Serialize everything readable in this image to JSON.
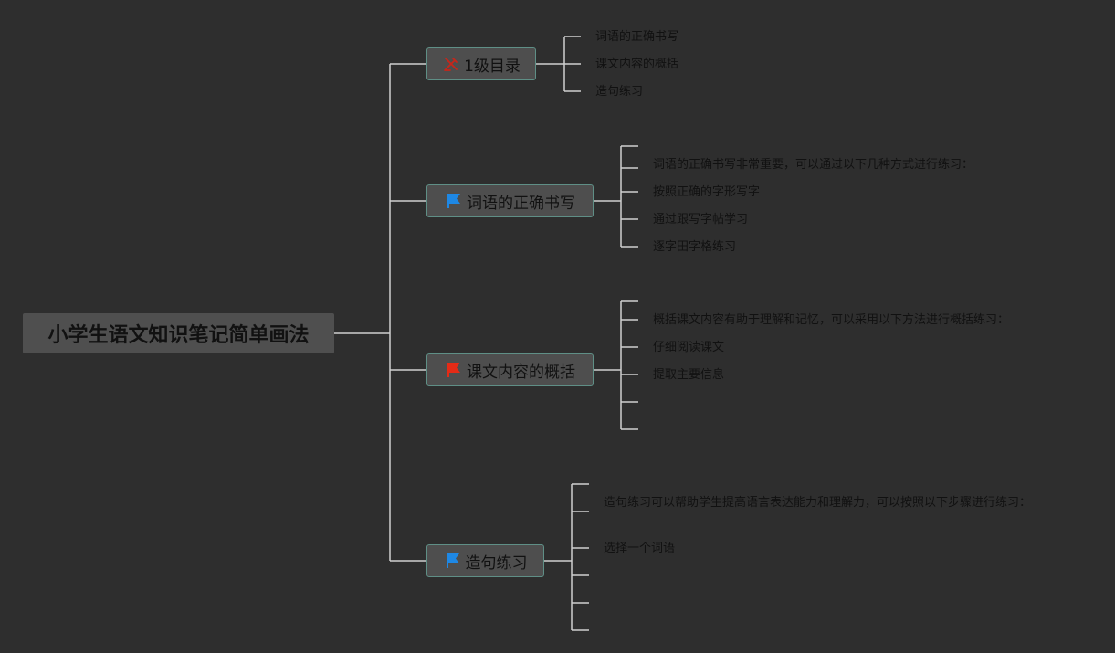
{
  "root": {
    "label": "小学生语文知识笔记简单画法"
  },
  "branches": [
    {
      "label": "1级目录",
      "icon": "tools-icon",
      "children": [
        "词语的正确书写",
        "课文内容的概括",
        "造句练习"
      ]
    },
    {
      "label": "词语的正确书写",
      "icon": "blue-flag-icon",
      "children": [
        "",
        "词语的正确书写非常重要，可以通过以下几种方式进行练习：",
        "按照正确的字形写字",
        "通过跟写字帖学习",
        "逐字田字格练习"
      ]
    },
    {
      "label": "课文内容的概括",
      "icon": "red-flag-icon",
      "children": [
        "",
        "概括课文内容有助于理解和记忆，可以采用以下方法进行概括练习：",
        "仔细阅读课文",
        "提取主要信息",
        "",
        ""
      ]
    },
    {
      "label": "造句练习",
      "icon": "blue-flag-icon",
      "children": [
        "",
        "造句练习可以帮助学生提高语言表达能力和理解力，可以按照以下步骤进行练习：",
        "选择一个词语",
        "",
        "",
        ""
      ]
    }
  ],
  "colors": {
    "background": "#2e2e2e",
    "line": "#cfcfcf",
    "blue_flag": "#1e88e5",
    "red_flag": "#e52b16"
  }
}
